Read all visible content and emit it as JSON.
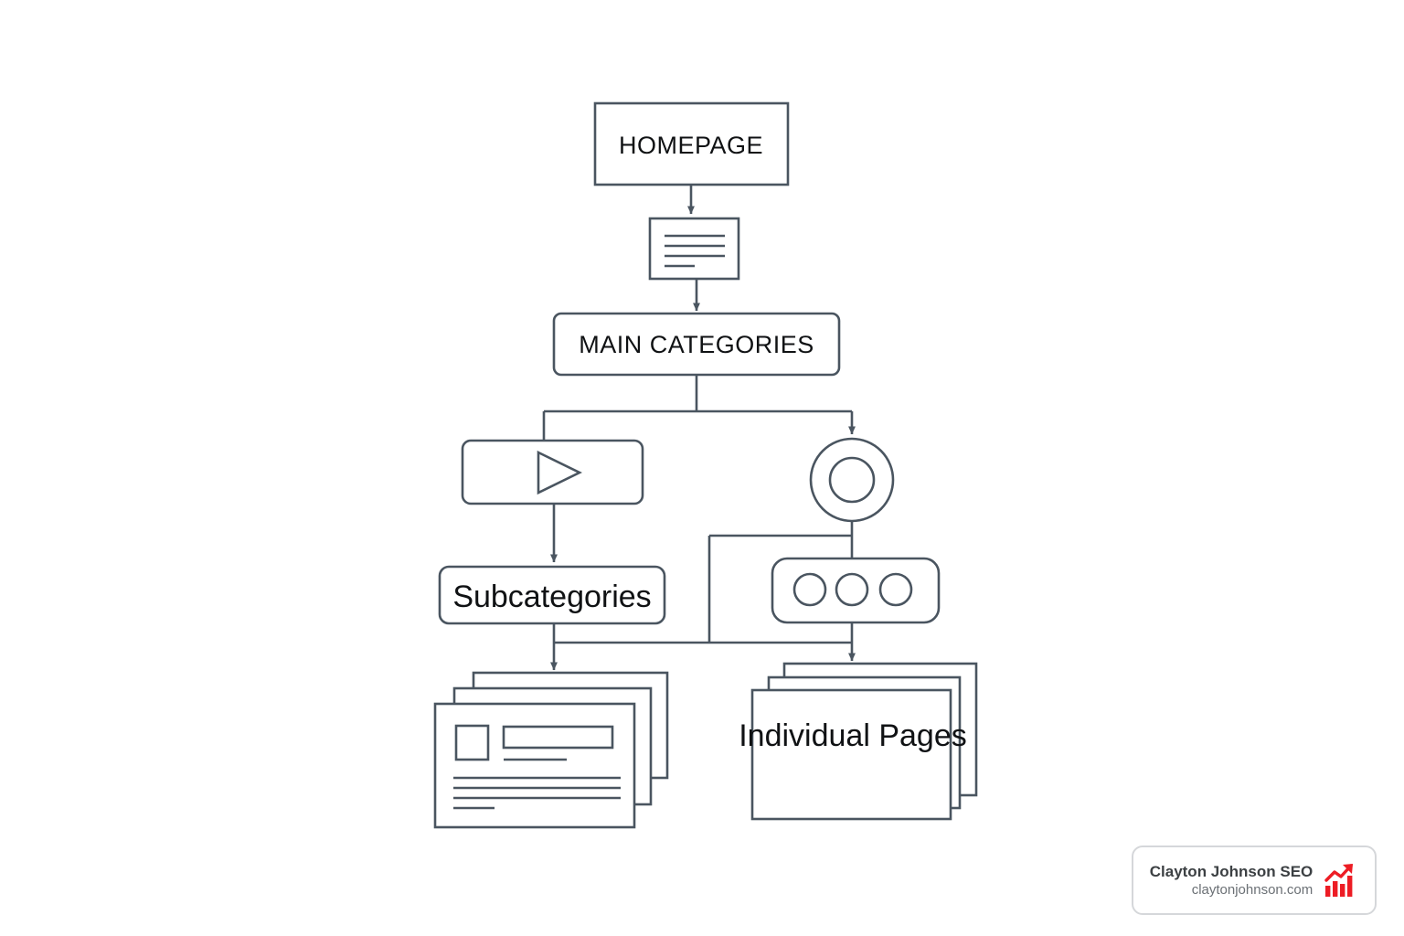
{
  "diagram": {
    "title_nodes": {
      "homepage": "HOMEPAGE",
      "main_categories": "MAIN CATEGORIES",
      "subcategories": "Subcategories",
      "individual_pages": "Individual Pages"
    },
    "icon_nodes": {
      "document_icon": "document-lines-icon",
      "play_icon": "play-triangle-icon",
      "donut_icon": "donut-circle-icon",
      "three_dots_icon": "three-circles-icon",
      "article_stack_icon": "article-stack-icon",
      "pages_stack_icon": "pages-stack-icon"
    },
    "colors": {
      "stroke": "#4a5560",
      "text": "#101214",
      "background": "#ffffff"
    }
  },
  "watermark": {
    "title": "Clayton Johnson SEO",
    "url": "claytonjohnson.com",
    "logo_icon": "bar-chart-growth-icon",
    "logo_color": "#ed1c24",
    "border_color": "#d5d7da"
  }
}
